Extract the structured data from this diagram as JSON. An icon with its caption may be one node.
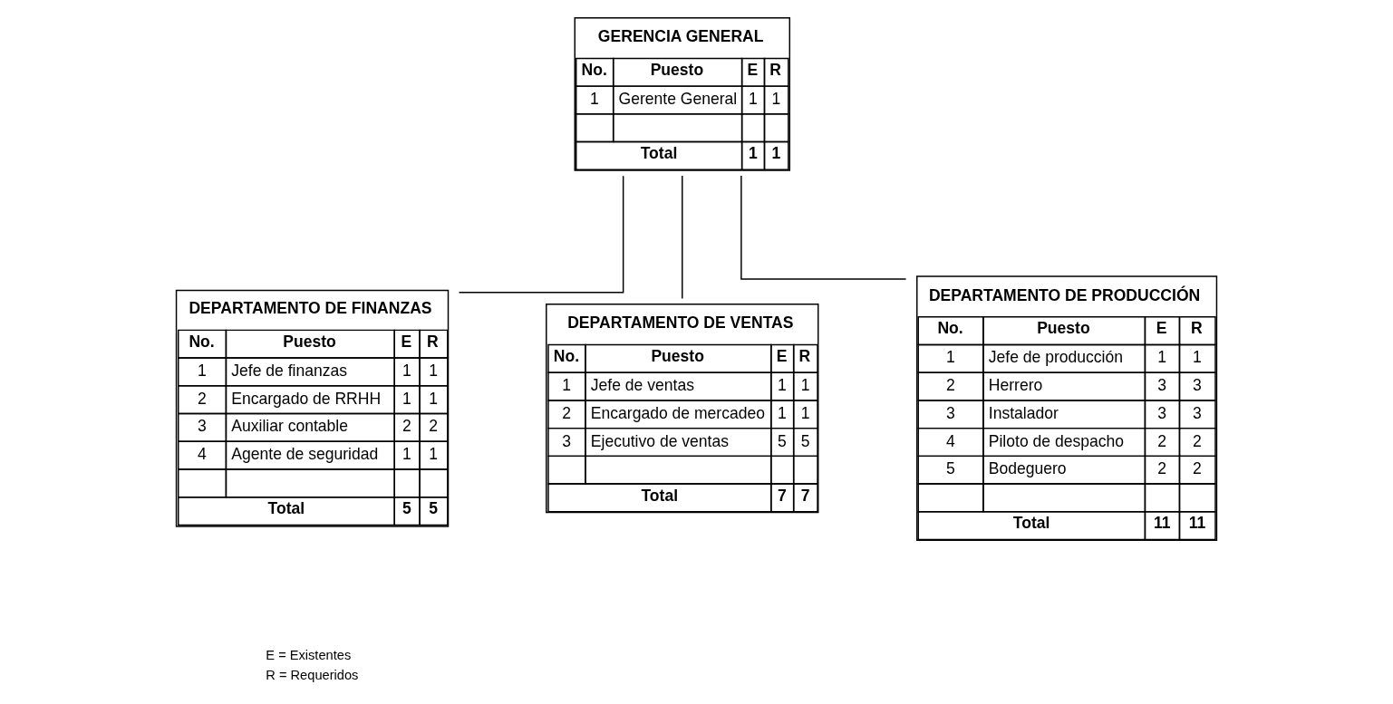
{
  "diagram": {
    "nodes": [
      {
        "text": [
          "GERENCIA GENERAL",
          "No.",
          "Puesto",
          "E",
          "R",
          "1",
          "Gerente General",
          "1",
          "1",
          "Total",
          "1",
          "1"
        ]
      },
      {
        "text": [
          "DEPARTAMENTO DE FINANZAS",
          "No.",
          "Puesto",
          "E",
          "R",
          "1",
          "Jefe de finanzas",
          "1",
          "1",
          "2",
          "Encargado de RRHH",
          "1",
          "1",
          "3",
          "Auxiliar contable",
          "2",
          "2",
          "4",
          "Agente de seguridad",
          "1",
          "1",
          "Total",
          "5",
          "5"
        ]
      },
      {
        "text": [
          "DEPARTAMENTO DE VENTAS",
          "No.",
          "Puesto",
          "E",
          "R",
          "1",
          "Jefe de ventas",
          "1",
          "1",
          "2",
          "Encargado de mercadeo",
          "1",
          "1",
          "3",
          "Ejecutivo de ventas",
          "5",
          "5",
          "Total",
          "7",
          "7"
        ]
      },
      {
        "text": [
          "DEPARTAMENTO DE PRODUCCIÓN",
          "No.",
          "Puesto",
          "E",
          "R",
          "1",
          "Jefe de producción",
          "1",
          "1",
          "2",
          "Herrero",
          "3",
          "3",
          "3",
          "Instalador",
          "3",
          "3",
          "4",
          "Piloto de despacho",
          "2",
          "2",
          "5",
          "Bodeguero",
          "2",
          "2",
          "Total",
          "11",
          "11"
        ]
      }
    ],
    "edges": [
      {
        "from": 0,
        "to": 1,
        "arrow": "none"
      },
      {
        "from": 0,
        "to": 2,
        "arrow": "none"
      },
      {
        "from": 0,
        "to": 3,
        "arrow": "none"
      }
    ],
    "labels": [
      "E = Existentes",
      "R = Requeridos"
    ]
  }
}
